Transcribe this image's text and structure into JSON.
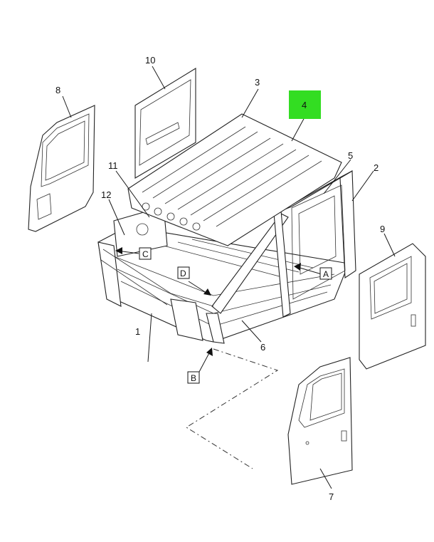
{
  "callouts": [
    "1",
    "2",
    "3",
    "4",
    "5",
    "6",
    "7",
    "8",
    "9",
    "10",
    "11",
    "12"
  ],
  "view_letters": [
    "A",
    "B",
    "C",
    "D"
  ],
  "colors": {
    "highlight": "#33dd22",
    "line": "#1a1a1a",
    "background": "#ffffff"
  },
  "highlighted_callout": "4"
}
